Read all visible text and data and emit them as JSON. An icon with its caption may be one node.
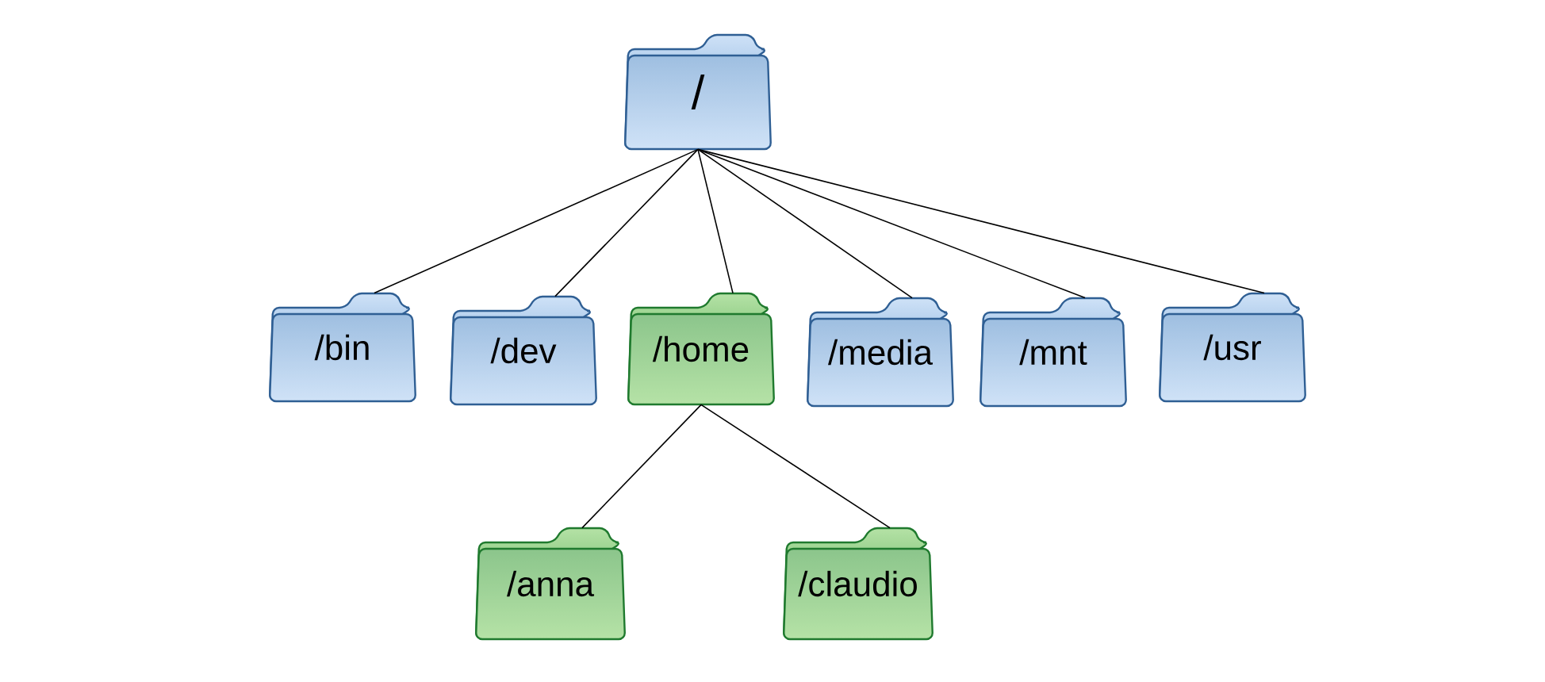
{
  "diagram": {
    "nodes": [
      {
        "text": [
          "/"
        ]
      },
      {
        "text": [
          "/bin"
        ]
      },
      {
        "text": [
          "/dev"
        ]
      },
      {
        "text": [
          "/home"
        ]
      },
      {
        "text": [
          "/media"
        ]
      },
      {
        "text": [
          "/mnt"
        ]
      },
      {
        "text": [
          "/usr"
        ]
      },
      {
        "text": [
          "/anna"
        ]
      },
      {
        "text": [
          "/claudio"
        ]
      }
    ],
    "edges": [
      {
        "from": 0,
        "to": 1,
        "arrow": "none"
      },
      {
        "from": 0,
        "to": 2,
        "arrow": "none"
      },
      {
        "from": 0,
        "to": 3,
        "arrow": "none"
      },
      {
        "from": 0,
        "to": 4,
        "arrow": "none"
      },
      {
        "from": 0,
        "to": 5,
        "arrow": "none"
      },
      {
        "from": 0,
        "to": 6,
        "arrow": "none"
      },
      {
        "from": 3,
        "to": 7,
        "arrow": "none"
      },
      {
        "from": 3,
        "to": 8,
        "arrow": "none"
      }
    ]
  }
}
